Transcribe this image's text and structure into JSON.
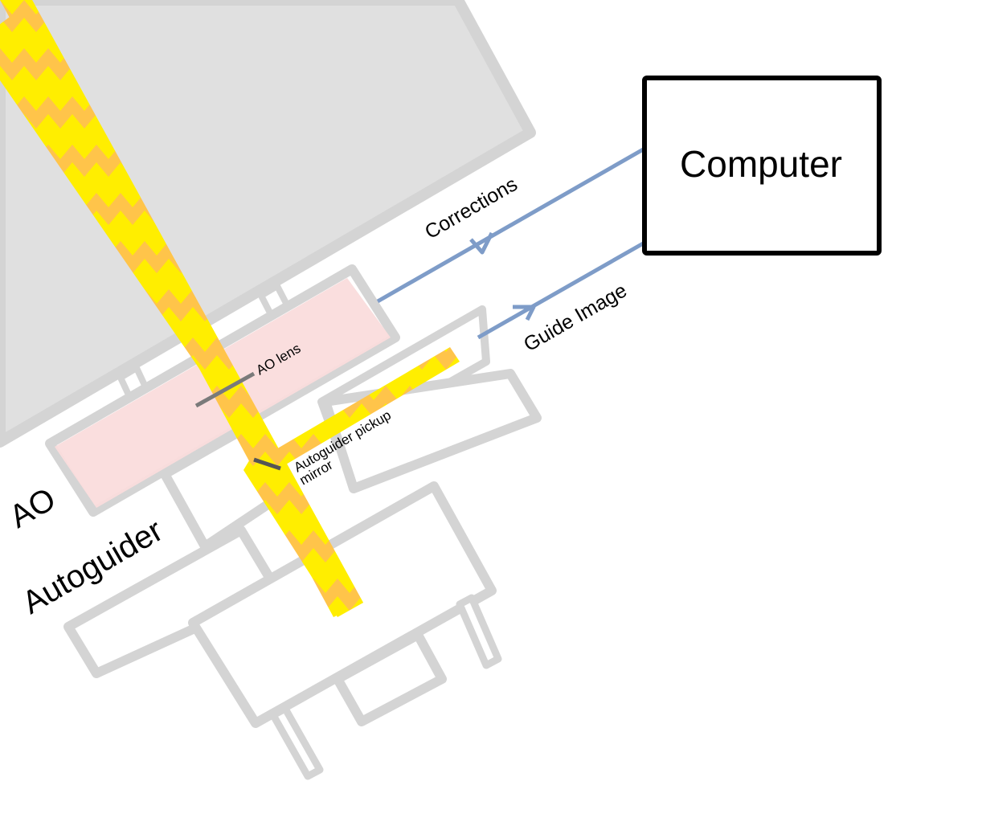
{
  "labels": {
    "computer": "Computer",
    "corrections": "Corrections",
    "guide_image": "Guide Image",
    "ao_lens": "AO lens",
    "pickup_mirror_line1": "Autoguider pickup",
    "pickup_mirror_line2": "mirror",
    "ao": "AO",
    "autoguider": "Autoguider"
  },
  "colors": {
    "background": "#ffffff",
    "telescope_fill": "#e0e0e0",
    "outline_grey": "#d4d4d4",
    "ao_lens_fill": "#fadcdc",
    "beam_yellow": "#ffee00",
    "beam_chevron": "#ffc44a",
    "signal_line": "#7e9cc8",
    "pointer_line": "#7a7a7a",
    "computer_border": "#000000"
  }
}
